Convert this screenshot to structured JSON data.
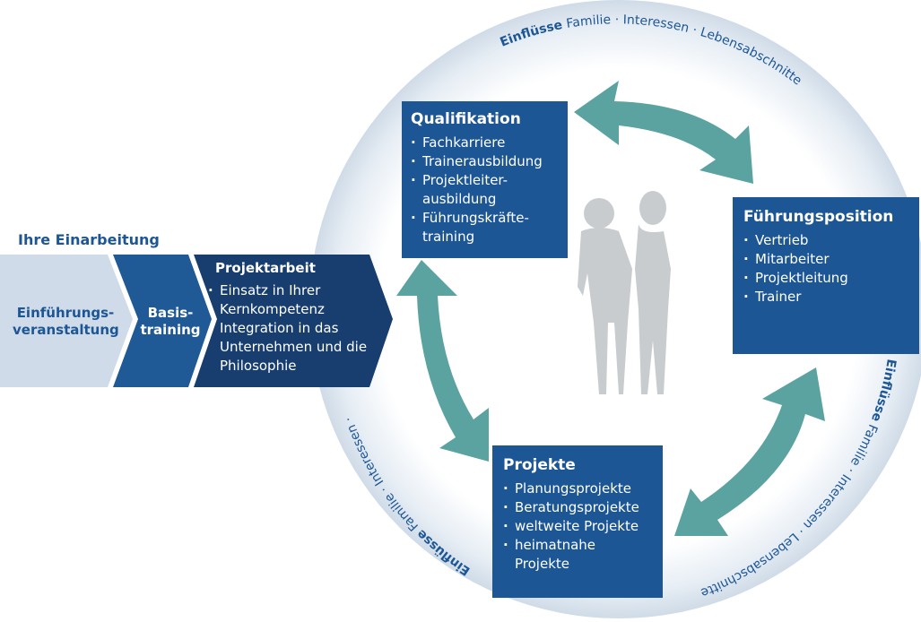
{
  "onboarding": {
    "heading": "Ihre Einarbeitung",
    "step1": "Einführungs- veranstaltung",
    "step1_line1": "Einführungs-",
    "step1_line2": "veranstaltung",
    "step2_line1": "Basis-",
    "step2_line2": "training",
    "step3_title": "Projektarbeit",
    "step3_items": [
      "Einsatz in Ihrer Kernkompetenz",
      "Integration in das Unternehmen und die Philosophie"
    ]
  },
  "qualifikation": {
    "title": "Qualifikation",
    "items": [
      "Fachkarriere",
      "Trainerausbildung",
      "Projektleiter-ausbildung",
      "Führungskräfte-training"
    ]
  },
  "fuehrung": {
    "title": "Führungsposition",
    "items": [
      "Vertrieb",
      "Mitarbeiter",
      "Projektleitung",
      "Trainer"
    ]
  },
  "projekte": {
    "title": "Projekte",
    "items": [
      "Planungsprojekte",
      "Beratungsprojekte",
      "weltweite Projekte",
      "heimatnahe Projekte"
    ]
  },
  "ring": {
    "keyword": "Einflüsse",
    "top": "Familie · Interessen · Lebensabschnitte",
    "right": "Familie · Interessen · Lebensabschnitte",
    "left": "Familie · Interessen ·"
  },
  "colors": {
    "box": "#1d5694",
    "dark_chevron": "#173e6e",
    "light_chevron": "#cfdbe8",
    "arrow": "#5aa3a0",
    "ring": "#dfe7ef"
  }
}
